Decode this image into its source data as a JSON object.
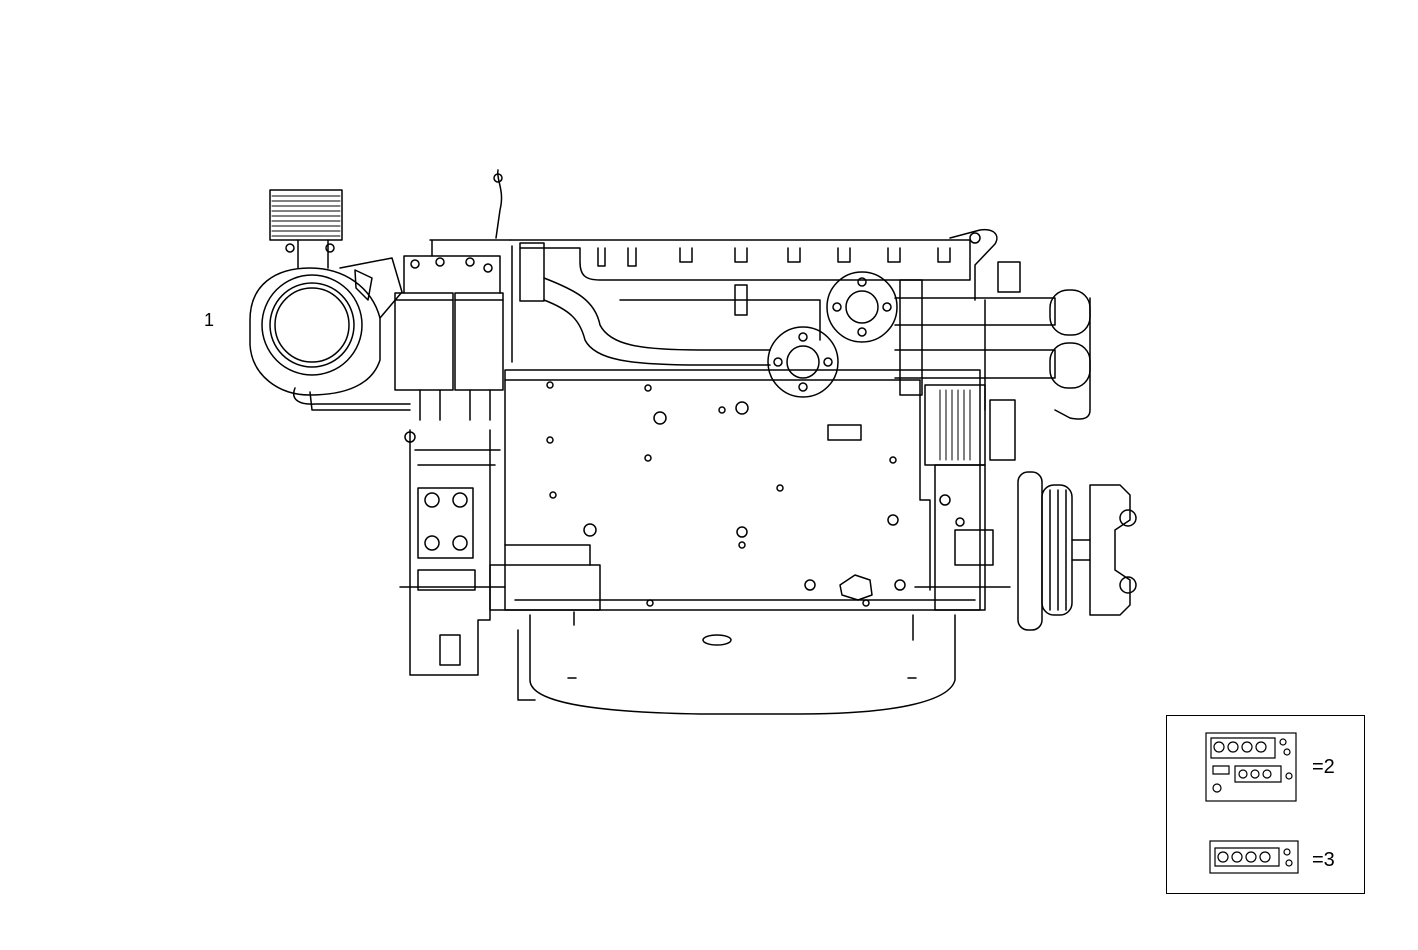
{
  "diagram": {
    "callouts": [
      {
        "id": "1",
        "label": "1"
      }
    ],
    "legend": {
      "items": [
        {
          "icon": "gasket-kit-two-layer-icon",
          "quantity": "=2"
        },
        {
          "icon": "gasket-kit-single-layer-icon",
          "quantity": "=3"
        }
      ]
    }
  }
}
